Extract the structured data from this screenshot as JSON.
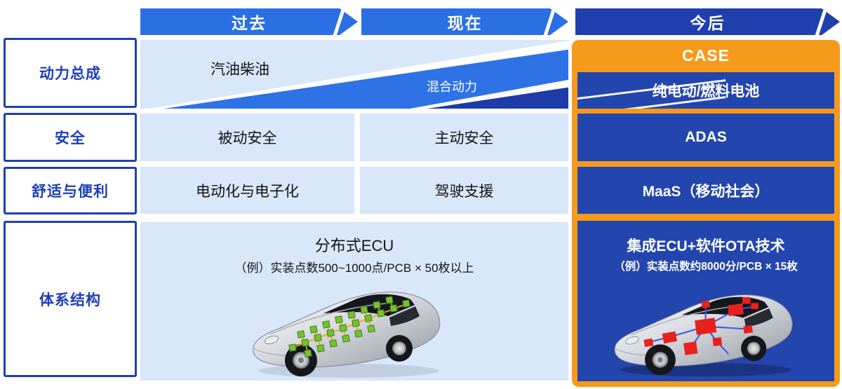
{
  "timeline": {
    "past": "过去",
    "present": "现在",
    "future": "今后"
  },
  "categories": [
    "动力总成",
    "安全",
    "舒适与便利",
    "体系结构"
  ],
  "powertrain": {
    "past": "汽油柴油",
    "transition": "混合动力",
    "future_header": "CASE",
    "future": "纯电动/燃料电池"
  },
  "safety": {
    "past": "被动安全",
    "present": "主动安全",
    "future": "ADAS"
  },
  "comfort": {
    "past": "电动化与电子化",
    "present": "驾驶支援",
    "future": "MaaS（移动社会）"
  },
  "architecture": {
    "past_title": "分布式ECU",
    "past_detail": "（例）实装点数500~1000点/PCB × 50枚以上",
    "future_title": "集成ECU+软件OTA技术",
    "future_detail": "（例）实装点数约8000分/PCB × 15枚"
  },
  "colors": {
    "arrow_blue": "#2b6fe4",
    "arrow_navy": "#1f3fae",
    "cell_light_blue": "#d8e7fa",
    "wedge_blue": "#2e72e6",
    "wedge_navy": "#1e3ca8",
    "future_box_blue": "#2345ae",
    "frame_orange": "#f59a1d",
    "label_blue": "#1c3eb8",
    "ecu_green": "#74c232",
    "ecu_red": "#e8211c",
    "harness_orange": "#f3a61f",
    "harness_blue": "#4356e0"
  }
}
